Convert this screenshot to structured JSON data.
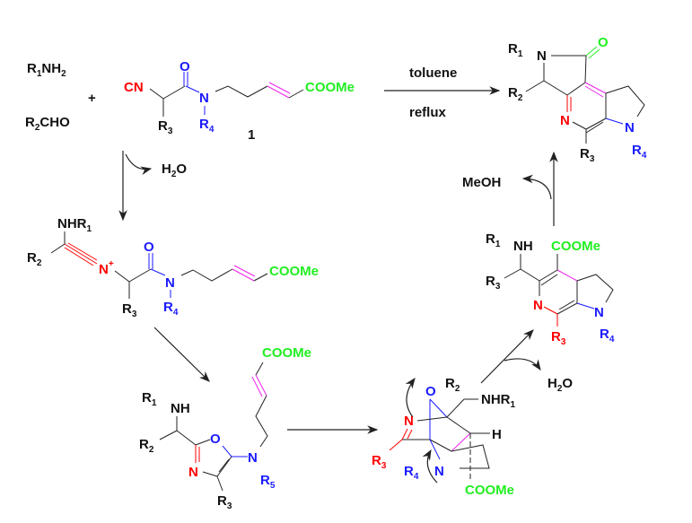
{
  "colors": {
    "black": "#111111",
    "red": "#ff0000",
    "blue": "#1a1aff",
    "green": "#22ee22",
    "magenta": "#ee22ee"
  },
  "reactants": {
    "amine": {
      "main": "R",
      "sub1": "1",
      "rest": "NH",
      "sub2": "2"
    },
    "aldehyde": {
      "main": "R",
      "sub1": "2",
      "rest": "CHO"
    },
    "plus": "+",
    "isocyanide": {
      "cn": "CN",
      "o": "O",
      "n": "N",
      "r3": {
        "main": "R",
        "sub": "3"
      },
      "r4": {
        "main": "R",
        "sub": "4"
      },
      "ester": "COOMe",
      "number": "1"
    }
  },
  "conditions": {
    "top": "toluene",
    "bottom": "reflux"
  },
  "product": {
    "r1": {
      "main": "R",
      "sub": "1"
    },
    "n1": "N",
    "o": "O",
    "r2": {
      "main": "R",
      "sub": "2"
    },
    "n_pyr": "N",
    "r3": {
      "main": "R",
      "sub": "3"
    },
    "n2": "N",
    "r4": {
      "main": "R",
      "sub": "4"
    }
  },
  "steps": {
    "water1": {
      "main": "H",
      "sub": "2",
      "rest": "O"
    },
    "methanol": "MeOH",
    "water2": {
      "main": "H",
      "sub": "2",
      "rest": "O"
    }
  },
  "nitrilium": {
    "nhr1": {
      "main": "NHR",
      "sub": "1"
    },
    "r2": {
      "main": "R",
      "sub": "2"
    },
    "nplus": "N",
    "plus": "+",
    "o": "O",
    "n": "N",
    "r3": {
      "main": "R",
      "sub": "3"
    },
    "r4": {
      "main": "R",
      "sub": "4"
    },
    "ester": "COOMe"
  },
  "oxazole": {
    "r1": {
      "main": "R",
      "sub": "1"
    },
    "nh": "NH",
    "r2": {
      "main": "R",
      "sub": "2"
    },
    "o": "O",
    "n_ring": "N",
    "n_amine": "N",
    "r5": {
      "main": "R",
      "sub": "5"
    },
    "r3": {
      "main": "R",
      "sub": "3"
    },
    "ester": "COOMe"
  },
  "bicyclic": {
    "o": "O",
    "r2": {
      "main": "R",
      "sub": "2"
    },
    "nhr1": {
      "main": "NHR",
      "sub": "1"
    },
    "n_imine": "N",
    "h": "H",
    "r3": {
      "main": "R",
      "sub": "3"
    },
    "r4": {
      "main": "R",
      "sub": "4"
    },
    "n": "N",
    "ester": "COOMe"
  },
  "pyridine": {
    "r1": {
      "main": "R",
      "sub": "1"
    },
    "nh": "NH",
    "ester": "COOMe",
    "r3a": {
      "main": "R",
      "sub": "3"
    },
    "n_ring": "N",
    "n": "N",
    "r3b": {
      "main": "R",
      "sub": "3"
    },
    "r4": {
      "main": "R",
      "sub": "4"
    }
  }
}
